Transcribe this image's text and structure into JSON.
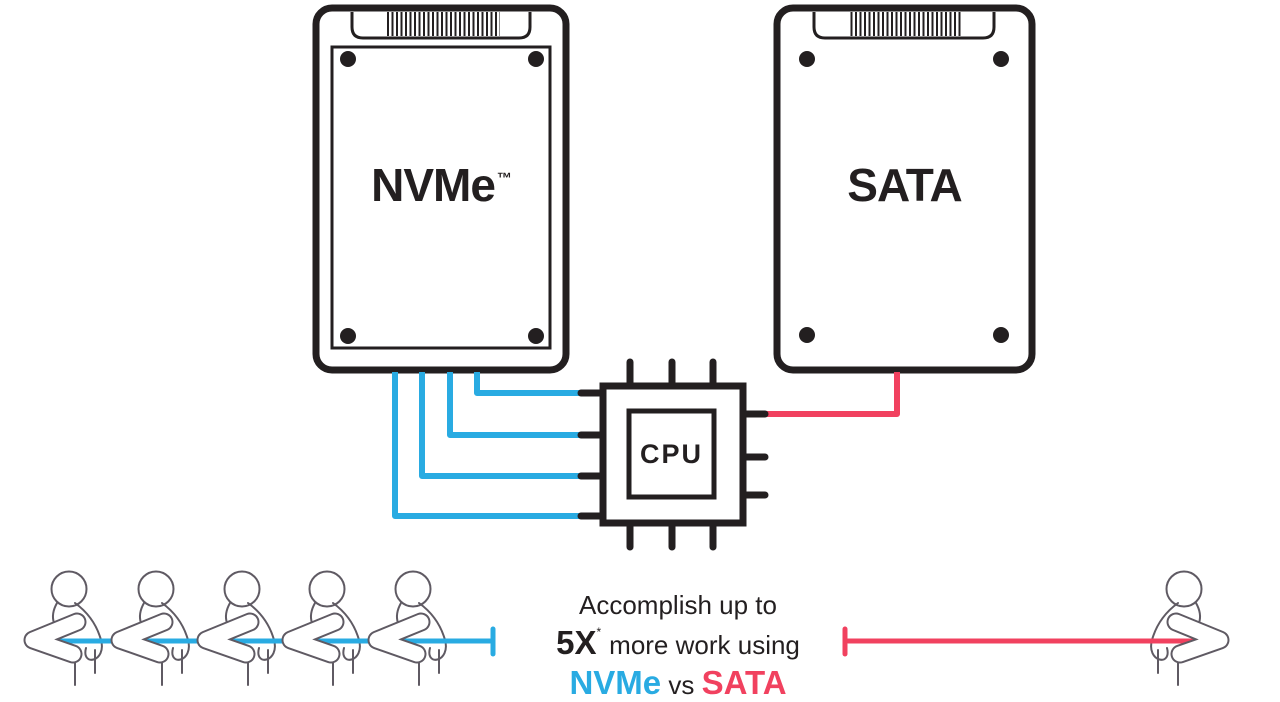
{
  "title": "NVMe vs SATA performance comparison diagram",
  "colors": {
    "blue": "#29abe2",
    "red": "#f1415f",
    "ink": "#231f20",
    "figure": "#5f5a63"
  },
  "drives": {
    "nvme": {
      "label": "NVMe",
      "trademark": "™",
      "lanes_to_cpu": 4,
      "lane_color": "#29abe2"
    },
    "sata": {
      "label": "SATA",
      "lanes_to_cpu": 1,
      "lane_color": "#f1415f"
    }
  },
  "cpu": {
    "label": "CPU"
  },
  "caption": {
    "line1": "Accomplish up to",
    "multiplier": "5X",
    "footnote": "*",
    "line2_rest": "more work using",
    "nvme": "NVMe",
    "vs": "vs",
    "sata": "SATA"
  },
  "figures": {
    "nvme_workers": 5,
    "sata_workers": 1
  }
}
